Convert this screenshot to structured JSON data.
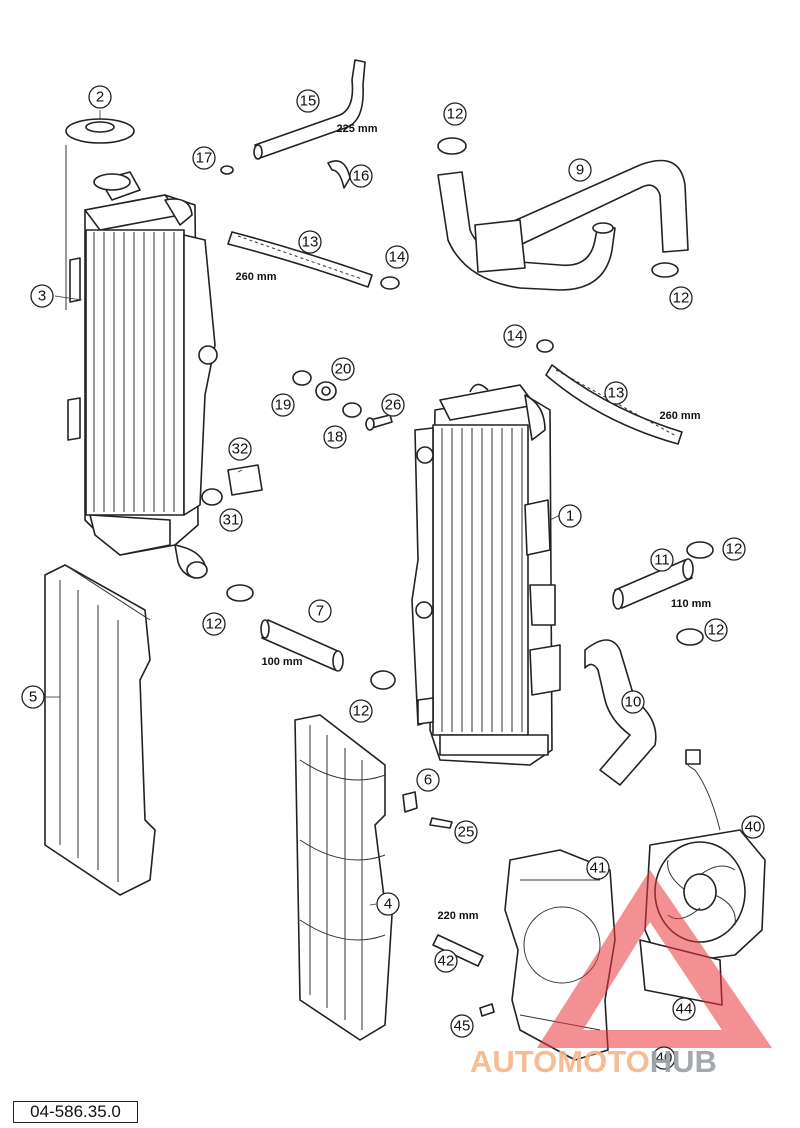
{
  "document_number": "04-586.35.0",
  "watermark": {
    "part_a": "AUTOMOTO",
    "part_b": "HUB",
    "color_a": "#f5b58a",
    "color_b": "#9aa0a6",
    "triangle_color": "#e8343a"
  },
  "callouts": {
    "c1": "1",
    "c2": "2",
    "c3": "3",
    "c4": "4",
    "c5": "5",
    "c6": "6",
    "c7": "7",
    "c9": "9",
    "c10": "10",
    "c11": "11",
    "c12a": "12",
    "c12b": "12",
    "c12c": "12",
    "c12d": "12",
    "c12e": "12",
    "c12f": "12",
    "c13a": "13",
    "c13b": "13",
    "c14a": "14",
    "c14b": "14",
    "c15": "15",
    "c16": "16",
    "c17": "17",
    "c18": "18",
    "c19": "19",
    "c20": "20",
    "c25": "25",
    "c26": "26",
    "c31": "31",
    "c32": "32",
    "c40a": "40",
    "c40b": "40",
    "c41": "41",
    "c42": "42",
    "c44": "44",
    "c45": "45"
  },
  "dimensions": {
    "d15": "225 mm",
    "d13a": "260 mm",
    "d13b": "260 mm",
    "d7": "100 mm",
    "d11": "110 mm",
    "d42": "220 mm"
  }
}
